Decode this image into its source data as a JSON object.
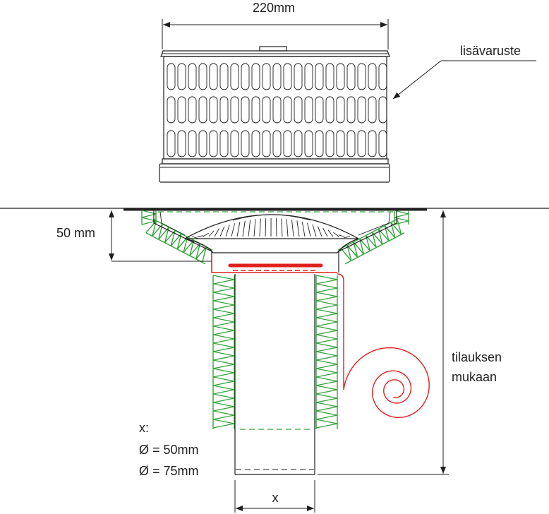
{
  "labels": {
    "width": "220mm",
    "accessory": "lisävaruste",
    "depth": "50 mm",
    "length_line1": "tilauksen",
    "length_line2": "mukaan",
    "x_title": "x:",
    "dia1": "Ø = 50mm",
    "dia2": "Ø = 75mm",
    "x_dim": "x"
  },
  "colors": {
    "line": "#1e1e1e",
    "insulation": "#33a23c",
    "membrane": "#e0201e"
  }
}
